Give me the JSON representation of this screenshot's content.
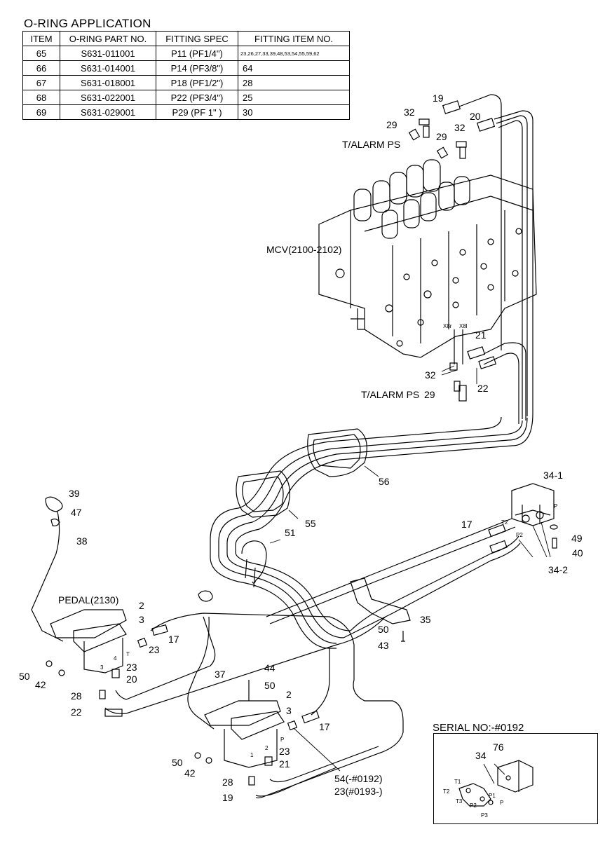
{
  "table": {
    "title": "O-RING APPLICATION",
    "headers": [
      "ITEM",
      "O-RING PART NO.",
      "FITTING SPEC",
      "FITTING ITEM NO."
    ],
    "rows": [
      {
        "item": "65",
        "part": "S631-011001",
        "spec": "P11 (PF1/4\")",
        "fitting": "23,26,27,33,39,48,53,54,55,59,62"
      },
      {
        "item": "66",
        "part": "S631-014001",
        "spec": "P14 (PF3/8\")",
        "fitting": "64"
      },
      {
        "item": "67",
        "part": "S631-018001",
        "spec": "P18 (PF1/2\")",
        "fitting": "28"
      },
      {
        "item": "68",
        "part": "S631-022001",
        "spec": "P22 (PF3/4\")",
        "fitting": "25"
      },
      {
        "item": "69",
        "part": "S631-029001",
        "spec": "P29 (PF  1\" )",
        "fitting": "30"
      }
    ]
  },
  "labels": {
    "talarm_top": "T/ALARM PS",
    "talarm_bottom": "T/ALARM PS",
    "mcv": "MCV(2100-2102)",
    "pedal": "PEDAL(2130)",
    "serial": "SERIAL NO:-#0192",
    "n19a": "19",
    "n20a": "20",
    "n32a": "32",
    "n29a": "29",
    "n29b": "29",
    "n32b": "32",
    "n21": "21",
    "n22": "22",
    "n32c": "32",
    "n29c": "29",
    "n56": "56",
    "n55": "55",
    "n51": "51",
    "n341": "34-1",
    "n342": "34-2",
    "n49": "49",
    "n40": "40",
    "n17a": "17",
    "n35": "35",
    "n50a": "50",
    "n43": "43",
    "n39": "39",
    "n47": "47",
    "n38": "38",
    "n2a": "2",
    "n3a": "3",
    "n23a": "23",
    "n17b": "17",
    "n23b": "23",
    "n20b": "20",
    "n50b": "50",
    "n42a": "42",
    "n28a": "28",
    "n22b": "22",
    "n37": "37",
    "n44": "44",
    "n50c": "50",
    "n2b": "2",
    "n3b": "3",
    "n17c": "17",
    "n50d": "50",
    "n42b": "42",
    "n23c": "23",
    "n21b": "21",
    "n28b": "28",
    "n19b": "19",
    "n54": "54(-#0192)",
    "n23d": "23(#0193-)",
    "n76": "76",
    "n34": "34",
    "p_t1": "T1",
    "p_t2": "T2",
    "p_t3": "T3",
    "p_p1": "P1",
    "p_p2": "P2",
    "p_p3": "P3",
    "p_p": "P",
    "m_x8r": "X8r",
    "m_x8l": "X8l",
    "m_t2": "T2",
    "m_p2": "P2",
    "m_p": "P",
    "ped_t": "T",
    "ped_3": "3",
    "ped_4": "4",
    "ped_1": "1",
    "ped_2": "2",
    "ped_p": "P"
  }
}
